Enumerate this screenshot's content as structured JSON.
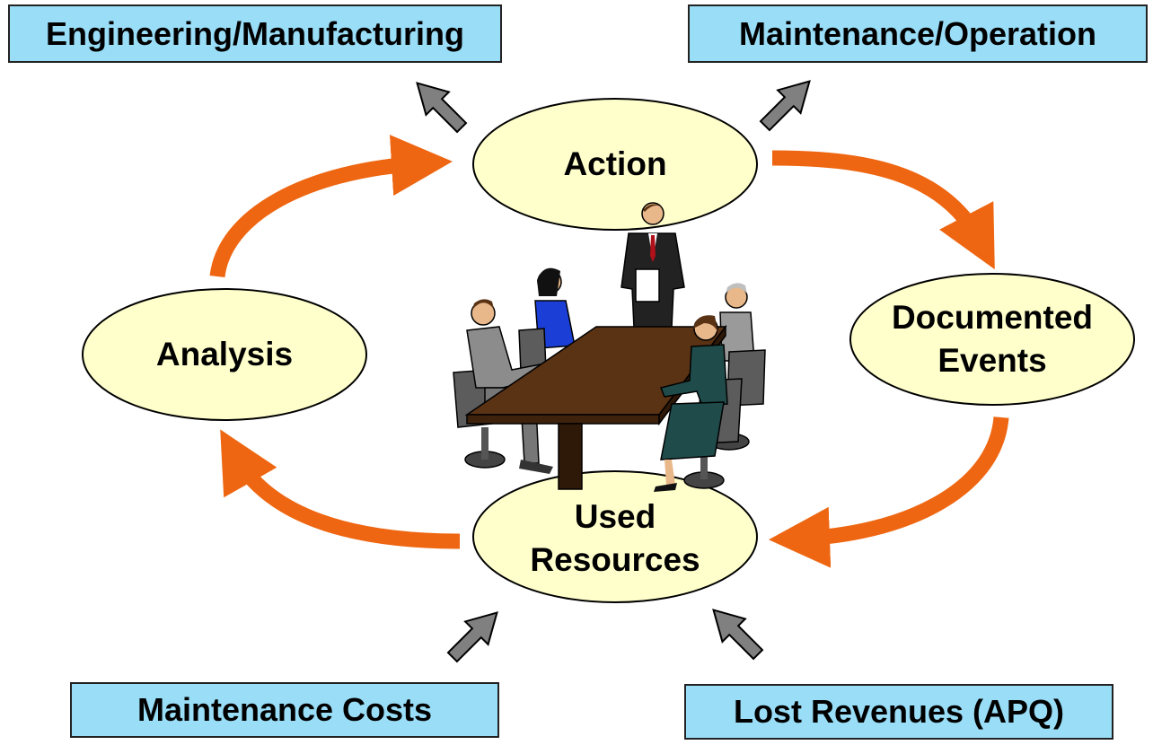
{
  "colors": {
    "box_fill": "#99DDF7",
    "oval_fill": "#FFFFCC",
    "cycle_arrow": "#EE6611",
    "input_arrow": "#808080",
    "table": "#5A3214"
  },
  "boxes": {
    "top_left": "Engineering/Manufacturing",
    "top_right": "Maintenance/Operation",
    "bottom_left": "Maintenance Costs",
    "bottom_right": "Lost Revenues (APQ)"
  },
  "nodes": {
    "action": "Action",
    "documented_line1": "Documented",
    "documented_line2": "Events",
    "used_line1": "Used",
    "used_line2": "Resources",
    "analysis": "Analysis"
  },
  "icons": {
    "center_image": "meeting-table-illustration-icon"
  }
}
